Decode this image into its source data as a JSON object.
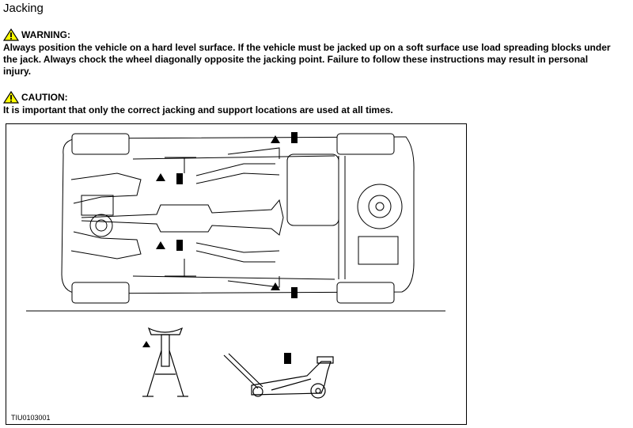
{
  "heading": "Jacking",
  "warning": {
    "icon": "warning-triangle-icon",
    "label": "WARNING:",
    "lines": [
      "Always position the vehicle on a hard level surface. If the vehicle must be jacked up on a soft surface use load spreading blocks under",
      "the jack. Always chock the wheel diagonally opposite the jacking point. Failure to follow these instructions may result in personal",
      "injury."
    ]
  },
  "caution": {
    "icon": "warning-triangle-icon",
    "label": "CAUTION:",
    "text": "It is important that only the correct jacking and support locations are used at all times."
  },
  "figure": {
    "code": "TIU0103001",
    "icon_color": "#ffff00"
  }
}
